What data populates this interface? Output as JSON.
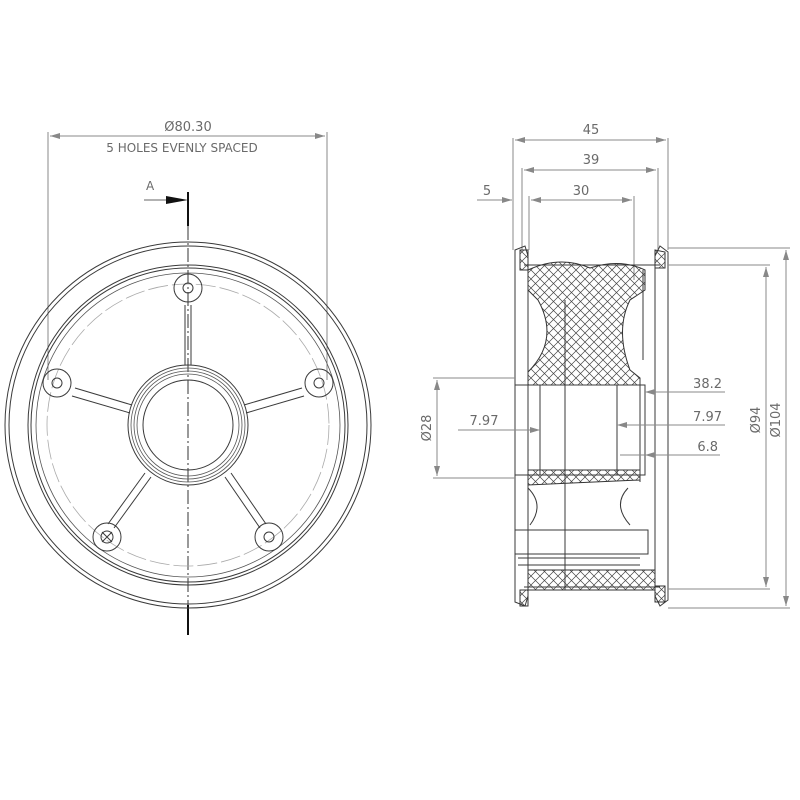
{
  "drawing": {
    "title": "Wheel / pulley technical drawing",
    "front_view": {
      "bolt_circle_dim": "Ø80.30",
      "bolt_circle_note": "5 HOLES EVENLY SPACED",
      "section_label": "A",
      "hole_count": 5
    },
    "side_view": {
      "dim_overall_width": "45",
      "dim_inner_width": "39",
      "dim_flange": "5",
      "dim_hub_width": "30",
      "dim_bore_diameter": "Ø28",
      "dim_bearing_left": "7.97",
      "dim_bearing_right": "7.97",
      "dim_hub_depth": "38.2",
      "dim_offset": "6.8",
      "dim_diameter_94": "Ø94",
      "dim_diameter_104": "Ø104"
    },
    "colors": {
      "line": "#3a3a3a",
      "dimension": "#8a8a8a",
      "text": "#6a6a6a",
      "background": "#ffffff"
    }
  }
}
